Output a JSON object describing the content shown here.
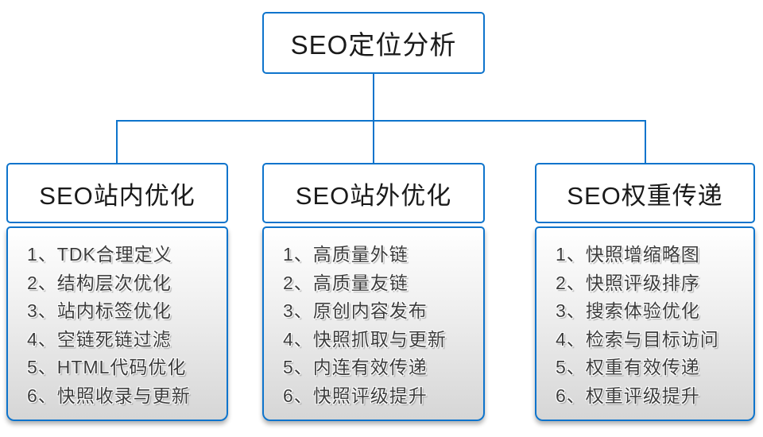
{
  "diagram_title": "SEO定位分析",
  "colors": {
    "accent": "#0e74cc",
    "panel_gradient_bottom": "#d6d6d6",
    "header_text": "#1a1a1a",
    "list_text": "#3c3c3c"
  },
  "root": {
    "label": "SEO定位分析"
  },
  "branches": [
    {
      "label": "SEO站内优化",
      "items": [
        "1、TDK合理定义",
        "2、结构层次优化",
        "3、站内标签优化",
        "4、空链死链过滤",
        "5、HTML代码优化",
        "6、快照收录与更新"
      ]
    },
    {
      "label": "SEO站外优化",
      "items": [
        "1、高质量外链",
        "2、高质量友链",
        "3、原创内容发布",
        "4、快照抓取与更新",
        "5、内连有效传递",
        "6、快照评级提升"
      ]
    },
    {
      "label": "SEO权重传递",
      "items": [
        "1、快照增缩略图",
        "2、快照评级排序",
        "3、搜索体验优化",
        "4、检索与目标访问",
        "5、权重有效传递",
        "6、权重评级提升"
      ]
    }
  ]
}
